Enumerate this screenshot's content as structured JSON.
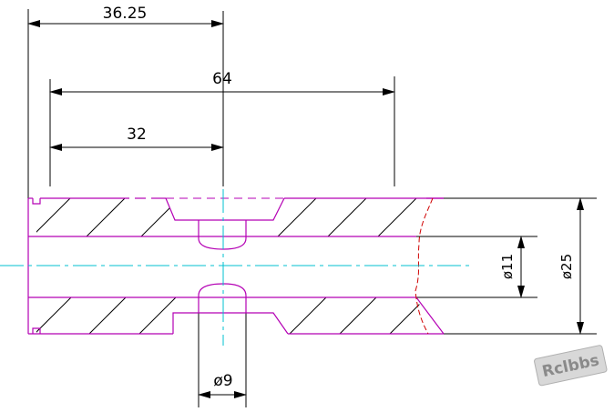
{
  "dimensions": {
    "d1": "36.25",
    "d2": "64",
    "d3": "32",
    "d4": "ø9",
    "d5": "ø11",
    "d6": "ø25"
  },
  "watermark": "Rclbbs",
  "colors": {
    "part_outline": "#b400b4",
    "center_line": "#00c0d0",
    "dimension": "#000000",
    "break_line": "#d00000"
  }
}
